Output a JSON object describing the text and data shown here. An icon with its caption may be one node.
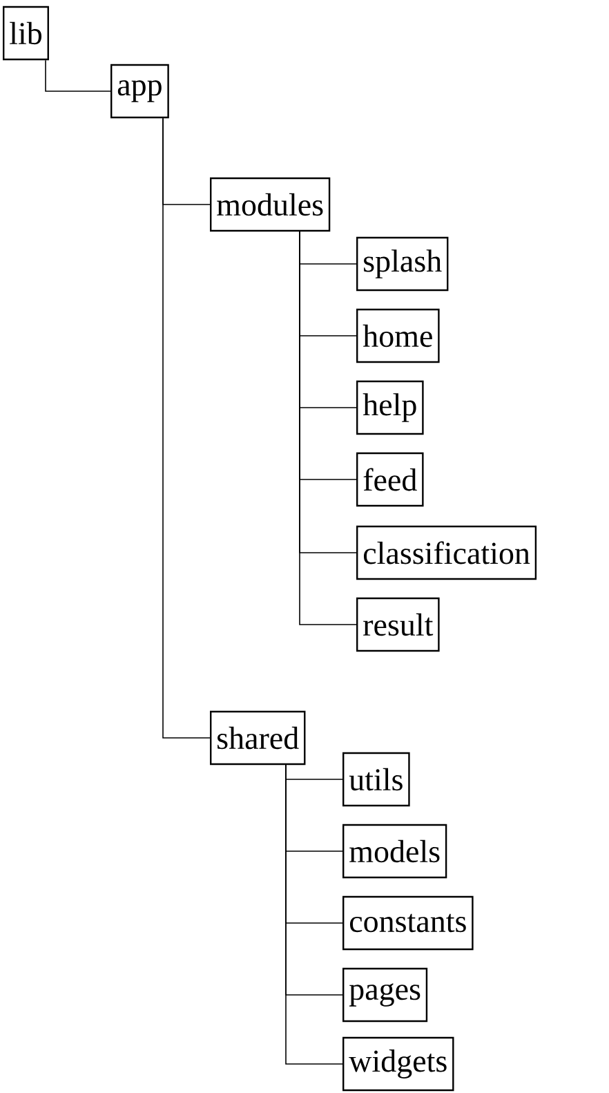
{
  "diagram": {
    "nodes": [
      {
        "text": [
          "lib"
        ]
      },
      {
        "text": [
          "app"
        ]
      },
      {
        "text": [
          "modules"
        ]
      },
      {
        "text": [
          "splash"
        ]
      },
      {
        "text": [
          "home"
        ]
      },
      {
        "text": [
          "help"
        ]
      },
      {
        "text": [
          "feed"
        ]
      },
      {
        "text": [
          "classification"
        ]
      },
      {
        "text": [
          "result"
        ]
      },
      {
        "text": [
          "shared"
        ]
      },
      {
        "text": [
          "utils"
        ]
      },
      {
        "text": [
          "models"
        ]
      },
      {
        "text": [
          "constants"
        ]
      },
      {
        "text": [
          "pages"
        ]
      },
      {
        "text": [
          "widgets"
        ]
      }
    ],
    "edges": [
      {
        "from": 0,
        "to": 1,
        "arrow": "none"
      },
      {
        "from": 1,
        "to": 2,
        "arrow": "none"
      },
      {
        "from": 1,
        "to": 9,
        "arrow": "none"
      },
      {
        "from": 2,
        "to": 3,
        "arrow": "none"
      },
      {
        "from": 2,
        "to": 4,
        "arrow": "none"
      },
      {
        "from": 2,
        "to": 5,
        "arrow": "none"
      },
      {
        "from": 2,
        "to": 6,
        "arrow": "none"
      },
      {
        "from": 2,
        "to": 7,
        "arrow": "none"
      },
      {
        "from": 2,
        "to": 8,
        "arrow": "none"
      },
      {
        "from": 9,
        "to": 10,
        "arrow": "none"
      },
      {
        "from": 9,
        "to": 11,
        "arrow": "none"
      },
      {
        "from": 9,
        "to": 12,
        "arrow": "none"
      },
      {
        "from": 9,
        "to": 13,
        "arrow": "none"
      },
      {
        "from": 9,
        "to": 14,
        "arrow": "none"
      }
    ]
  }
}
